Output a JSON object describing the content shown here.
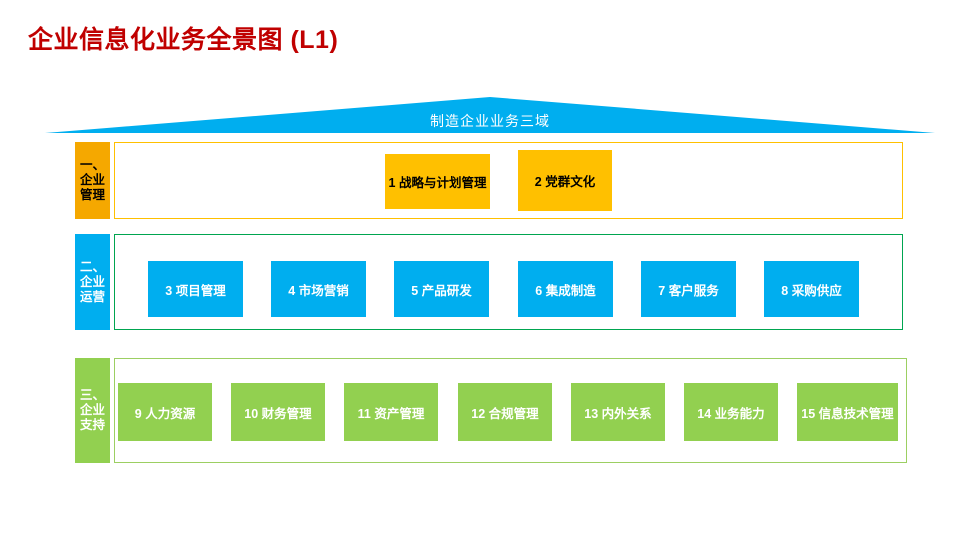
{
  "page": {
    "title": "企业信息化业务全景图 (L1)",
    "title_color": "#C00000",
    "background_color": "#FFFFFF"
  },
  "roof": {
    "label": "制造企业业务三域",
    "fill_color": "#00AEEF",
    "text_color": "#FFFFFF"
  },
  "bands": [
    {
      "name": "enterprise-management",
      "tab": {
        "lines": [
          "一、",
          "企业",
          "管理"
        ],
        "fill_color": "#F5A800",
        "text_color": "#000000"
      },
      "panel_border_color": "#FFC000",
      "box_fill_color": "#FFC000",
      "box_text_color": "#000000",
      "boxes": [
        {
          "label": "1 战略与计划管理"
        },
        {
          "label": "2 党群文化"
        }
      ]
    },
    {
      "name": "enterprise-operations",
      "tab": {
        "lines": [
          "二、",
          "企业",
          "运营"
        ],
        "fill_color": "#00AEEF",
        "text_color": "#FFFFFF"
      },
      "panel_border_color": "#00A550",
      "box_fill_color": "#00AEEF",
      "box_text_color": "#FFFFFF",
      "boxes": [
        {
          "label": "3 项目管理"
        },
        {
          "label": "4 市场营销"
        },
        {
          "label": "5 产品研发"
        },
        {
          "label": "6 集成制造"
        },
        {
          "label": "7 客户服务"
        },
        {
          "label": "8 采购供应"
        }
      ]
    },
    {
      "name": "enterprise-support",
      "tab": {
        "lines": [
          "三、",
          "企业",
          "支持"
        ],
        "fill_color": "#92D050",
        "text_color": "#FFFFFF"
      },
      "panel_border_color": "#9CCF62",
      "box_fill_color": "#92D050",
      "box_text_color": "#FFFFFF",
      "boxes": [
        {
          "label": "9 人力资源"
        },
        {
          "label": "10 财务管理"
        },
        {
          "label": "11 资产管理"
        },
        {
          "label": "12 合规管理"
        },
        {
          "label": "13 内外关系"
        },
        {
          "label": "14 业务能力"
        },
        {
          "label": "15 信息技术管理"
        }
      ]
    }
  ]
}
